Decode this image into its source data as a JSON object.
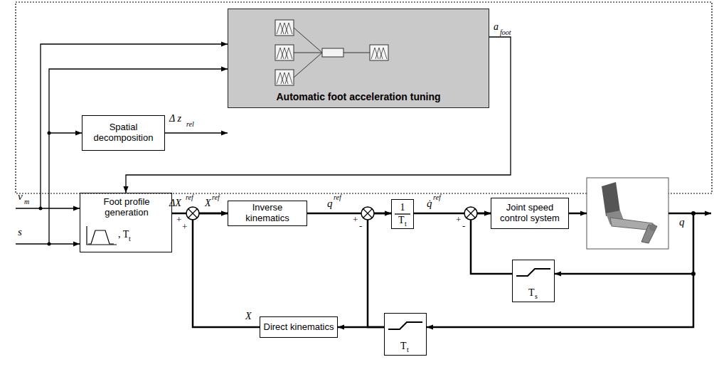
{
  "diagram": {
    "nodes": [
      {
        "text": [
          "Automatic foot acceleration tuning"
        ]
      },
      {
        "text": [
          "Spatial decomposition"
        ]
      },
      {
        "text": [
          "Foot profile generation",
          ", T",
          "t"
        ]
      },
      {
        "text": [
          "Inverse kinematics"
        ]
      },
      {
        "text": [
          "1",
          "T",
          "t"
        ]
      },
      {
        "text": [
          "Joint speed control system"
        ]
      },
      {
        "text": [
          "T",
          "s"
        ]
      },
      {
        "text": [
          "Direct kinematics"
        ]
      },
      {
        "text": [
          "T",
          "t"
        ]
      }
    ],
    "edges": [
      {
        "from": 1,
        "to": 0,
        "arrow": "to"
      },
      {
        "from": 0,
        "to": 2,
        "arrow": "to"
      },
      {
        "from": 2,
        "to": 3,
        "arrow": "to"
      },
      {
        "from": 7,
        "to": 3,
        "arrow": "to"
      },
      {
        "from": 3,
        "to": 4,
        "arrow": "to"
      },
      {
        "from": 4,
        "to": 5,
        "arrow": "to"
      },
      {
        "from": 6,
        "to": 5,
        "arrow": "to"
      },
      {
        "from": 8,
        "to": 7,
        "arrow": "to"
      },
      {
        "from": 8,
        "to": 4,
        "arrow": "to"
      }
    ],
    "labels": [
      "Δ z",
      "rel",
      "a",
      "foot",
      "v",
      "m",
      "s",
      "ΔX",
      "ref",
      "X",
      "ref",
      "+",
      "+",
      "q",
      "ref",
      "+",
      "-",
      "q̇",
      "ref",
      "+",
      "-",
      "q",
      "X"
    ]
  }
}
